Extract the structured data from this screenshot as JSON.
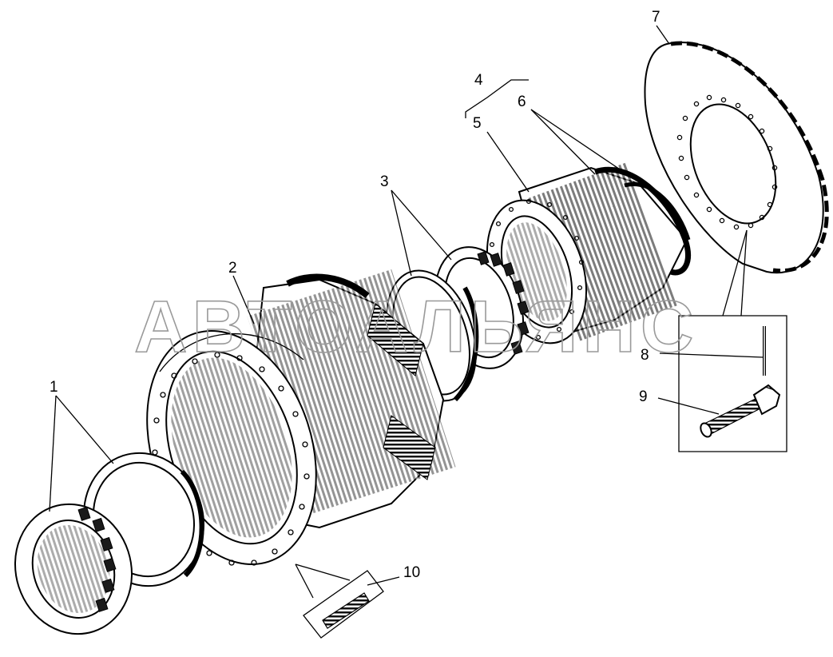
{
  "diagram": {
    "watermark": "АВТОАЛЬЯНС",
    "labels": {
      "p1": "1",
      "p2": "2",
      "p3": "3",
      "p4": "4",
      "p5": "5",
      "p6": "6",
      "p7": "7",
      "p8": "8",
      "p9": "9",
      "p10": "10"
    }
  }
}
